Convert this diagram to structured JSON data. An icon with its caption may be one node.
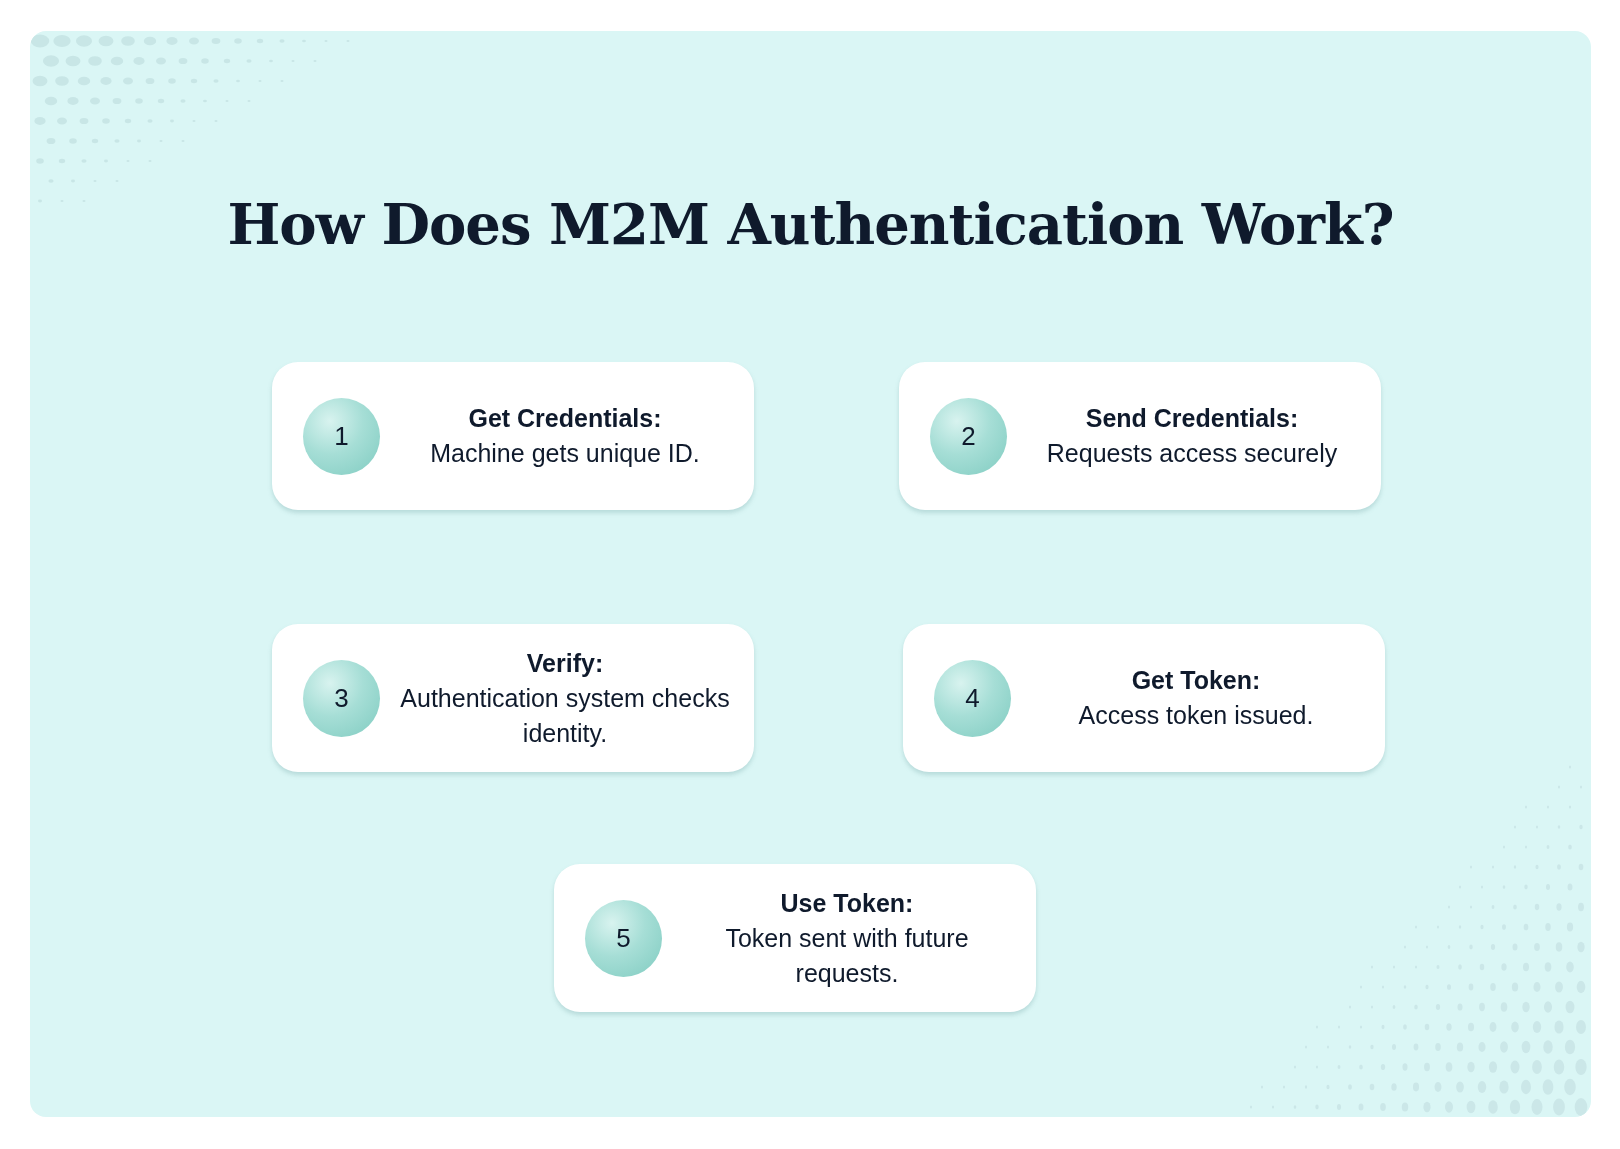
{
  "diagram": {
    "title": "How Does M2M Authentication Work?",
    "nodes": [
      {
        "text": [
          "Get Credentials:",
          "Machine gets unique ID."
        ]
      },
      {
        "text": [
          "1"
        ],
        "in": 0
      },
      {
        "text": [
          "Send Credentials:",
          "Requests access securely"
        ]
      },
      {
        "text": [
          "2"
        ],
        "in": 2
      },
      {
        "text": [
          "Verify:",
          "Authentication system checks identity."
        ]
      },
      {
        "text": [
          "3"
        ],
        "in": 4
      },
      {
        "text": [
          "Get Token:",
          "Access token issued."
        ]
      },
      {
        "text": [
          "4"
        ],
        "in": 6
      },
      {
        "text": [
          "Use Token:",
          "Token sent with future requests."
        ]
      },
      {
        "text": [
          "5"
        ],
        "in": 8
      }
    ]
  }
}
